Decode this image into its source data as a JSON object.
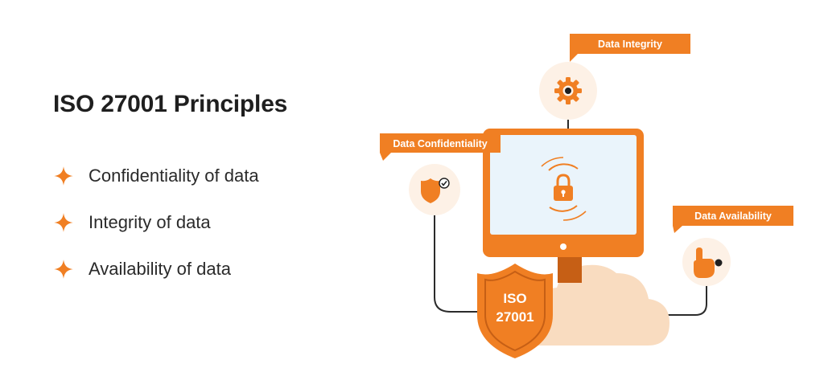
{
  "title": "ISO 27001 Principles",
  "principles": [
    {
      "label": "Confidentiality of data"
    },
    {
      "label": "Integrity of data"
    },
    {
      "label": "Availability of data"
    }
  ],
  "diagram": {
    "labels": {
      "integrity": "Data Integrity",
      "confidentiality": "Data Confidentiality",
      "availability": "Data Availability"
    },
    "shield": {
      "line1": "ISO",
      "line2": "27001"
    },
    "icons": {
      "integrity": "gear-icon",
      "confidentiality": "shield-check-icon",
      "availability": "hand-pointer-icon",
      "monitor": "padlock-icon",
      "cloud": "cloud-icon"
    }
  },
  "colors": {
    "accent": "#f07f23",
    "accent_dark": "#c65f15",
    "cloud": "#f9dcc0",
    "screen": "#eaf4fb",
    "icon_bg": "#fdf1e6",
    "text": "#1f1f1f"
  }
}
